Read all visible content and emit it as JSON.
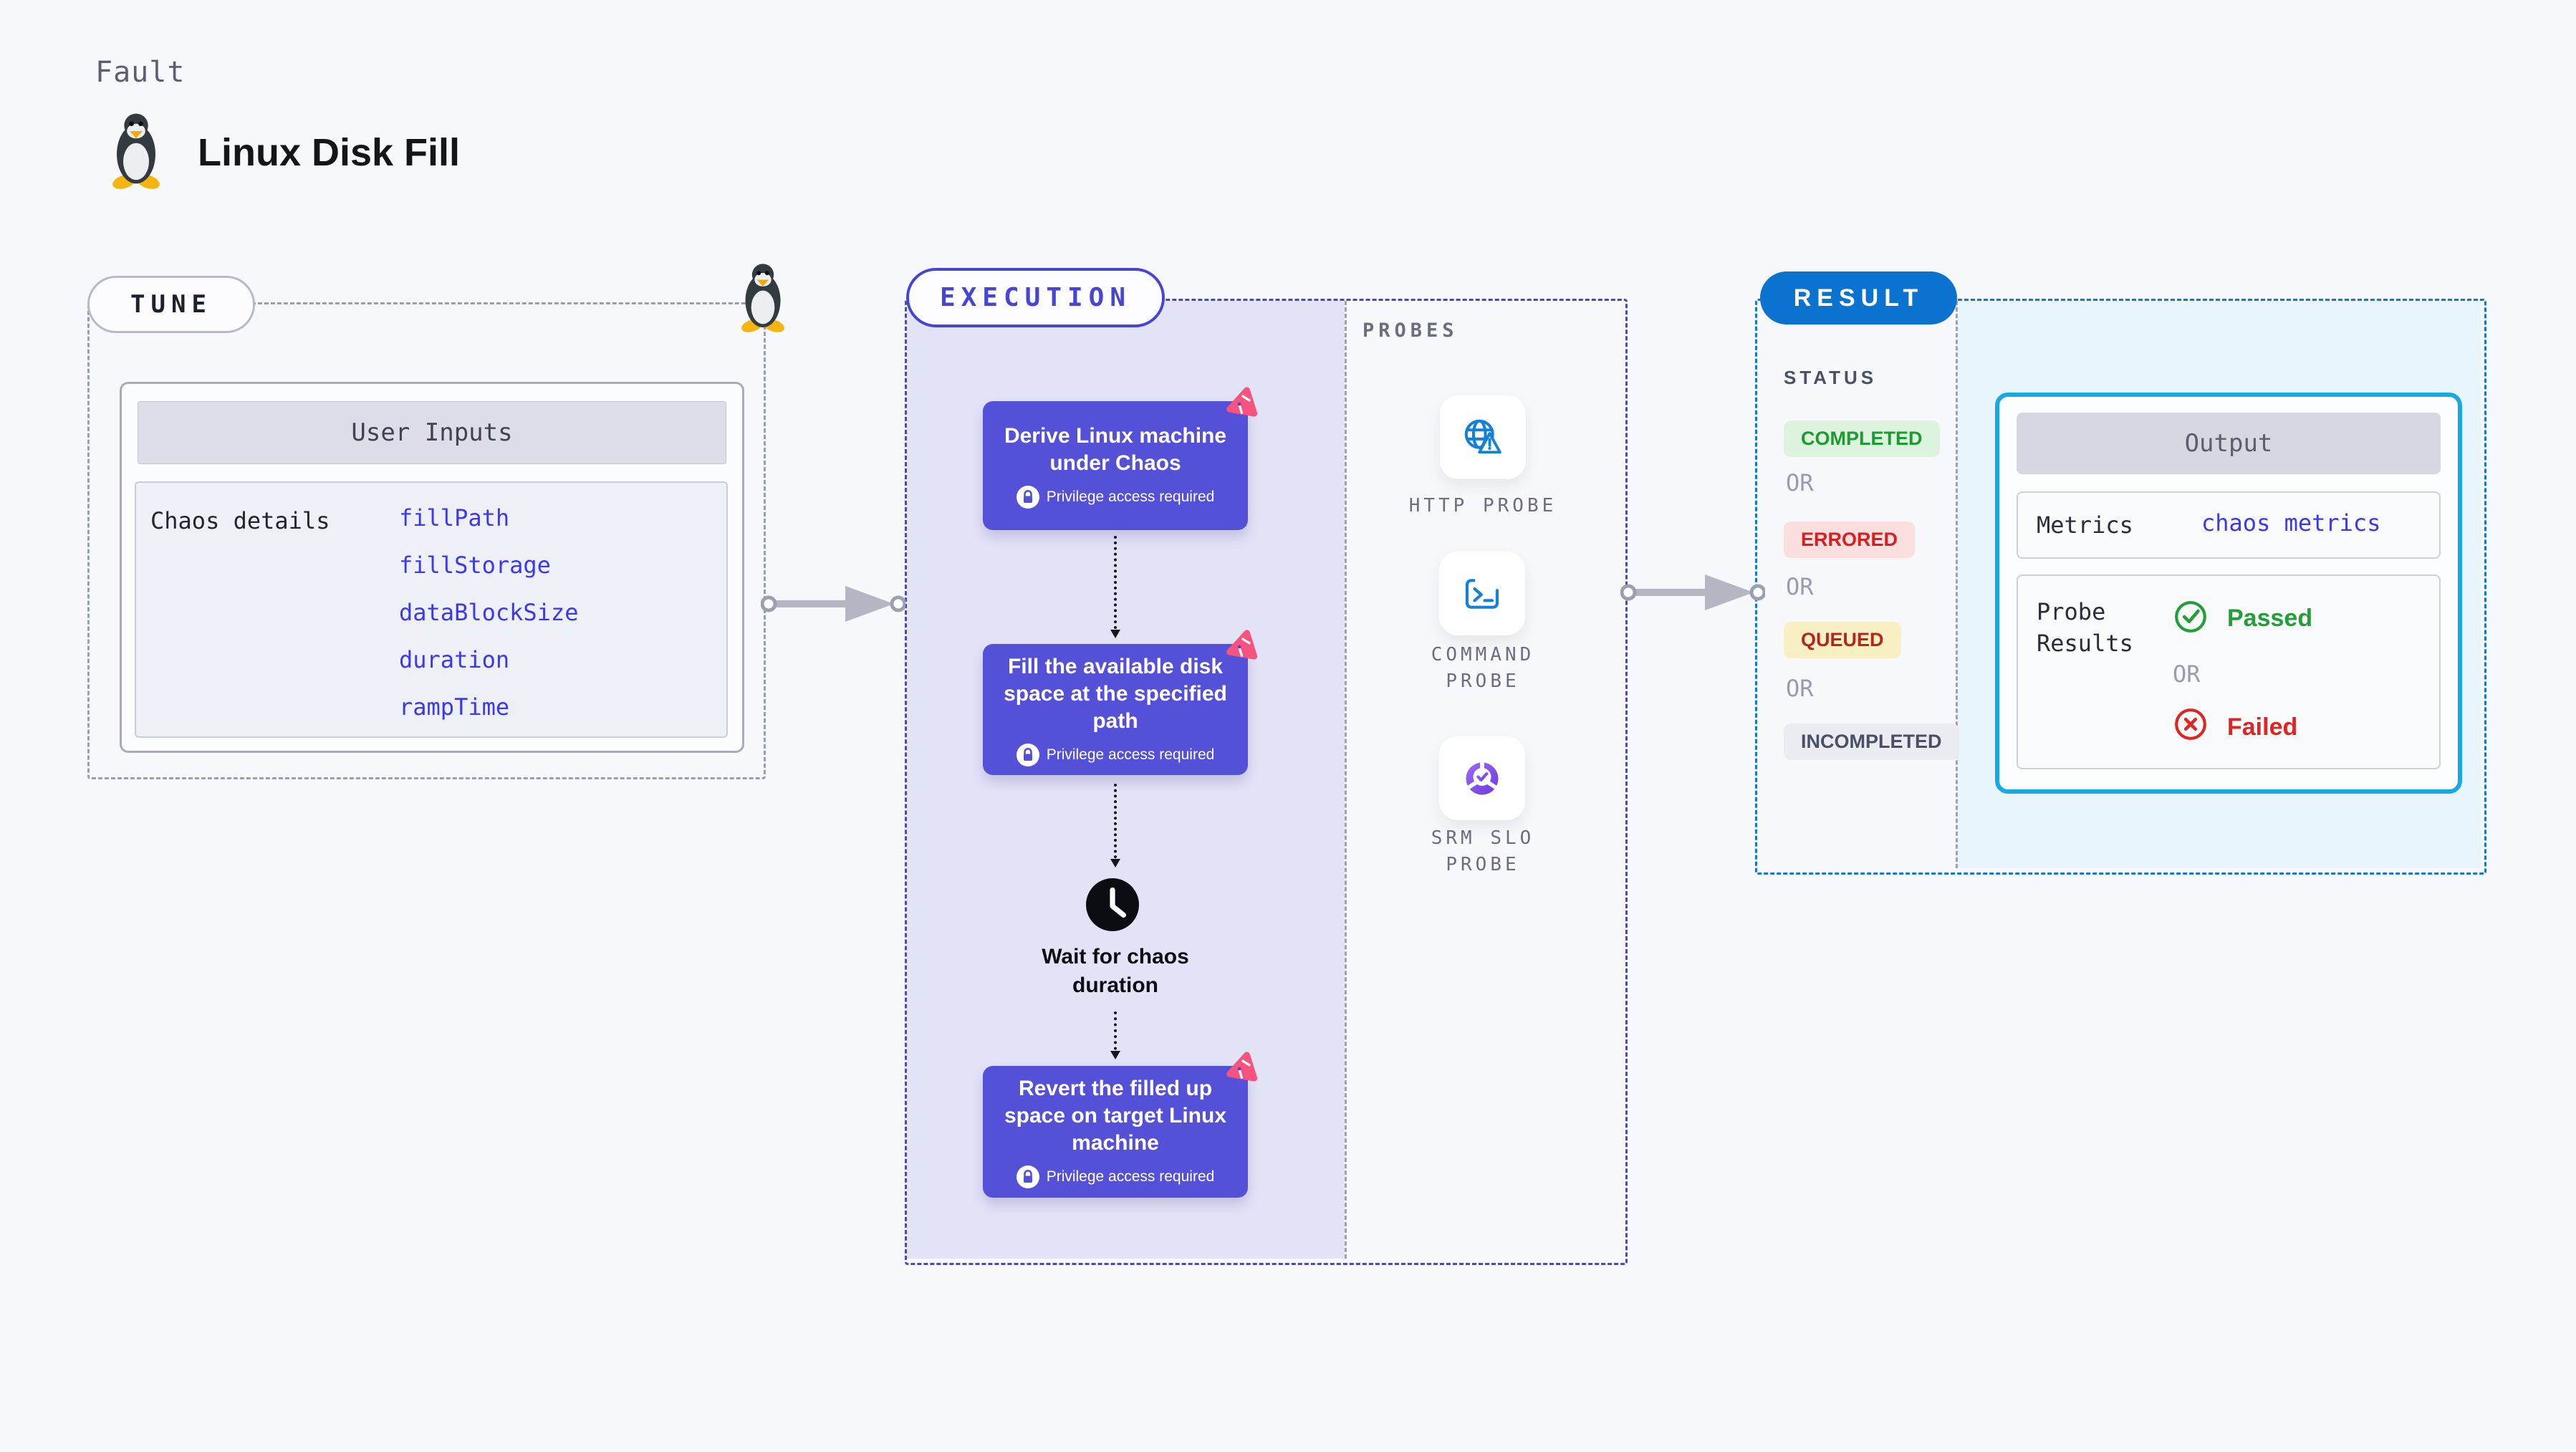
{
  "header": {
    "kicker": "Fault",
    "title": "Linux Disk Fill"
  },
  "tune": {
    "label": "TUNE",
    "card_header": "User Inputs",
    "row_label": "Chaos details",
    "links": [
      "fillPath",
      "fillStorage",
      "dataBlockSize",
      "duration",
      "rampTime"
    ]
  },
  "execution": {
    "label": "EXECUTION",
    "steps": [
      {
        "title": "Derive Linux machine under Chaos",
        "badge": "Privilege access required"
      },
      {
        "title": "Fill the available disk space at the specified path",
        "badge": "Privilege access required"
      },
      {
        "title": "Revert the filled up space on target Linux machine",
        "badge": "Privilege access required"
      }
    ],
    "wait_text": "Wait for chaos duration"
  },
  "probes": {
    "label": "PROBES",
    "items": [
      {
        "label": "HTTP PROBE",
        "icon": "globe-alert-icon"
      },
      {
        "label": "COMMAND PROBE",
        "icon": "terminal-icon"
      },
      {
        "label": "SRM SLO PROBE",
        "icon": "slo-donut-icon"
      }
    ]
  },
  "result": {
    "label": "RESULT",
    "status_label": "STATUS",
    "or_label": "OR",
    "statuses": [
      {
        "label": "COMPLETED",
        "bg": "#def3de",
        "color": "#1d9a32"
      },
      {
        "label": "ERRORED",
        "bg": "#fbdede",
        "color": "#d42020"
      },
      {
        "label": "QUEUED",
        "bg": "#f9efc4",
        "color": "#b3271e"
      },
      {
        "label": "INCOMPLETED",
        "bg": "#eaecf2",
        "color": "#4a5064"
      }
    ],
    "output": {
      "header": "Output",
      "metrics_label": "Metrics",
      "metrics_link": "chaos metrics",
      "probe_results_label": "Probe Results",
      "passed_label": "Passed",
      "failed_label": "Failed"
    }
  },
  "colors": {
    "indigo": "#4745d4",
    "step_purple": "#5450d8",
    "chaos_pink": "#f7537f",
    "result_blue": "#0b72cf",
    "output_cyan": "#18a9e3",
    "link_blue": "#3c38f0",
    "passed_green": "#21a038",
    "failed_red": "#df2424",
    "lavender_bg": "#e3e3f8",
    "result_bg": "#e8f5fc",
    "page_bg": "#f7f8fb"
  }
}
